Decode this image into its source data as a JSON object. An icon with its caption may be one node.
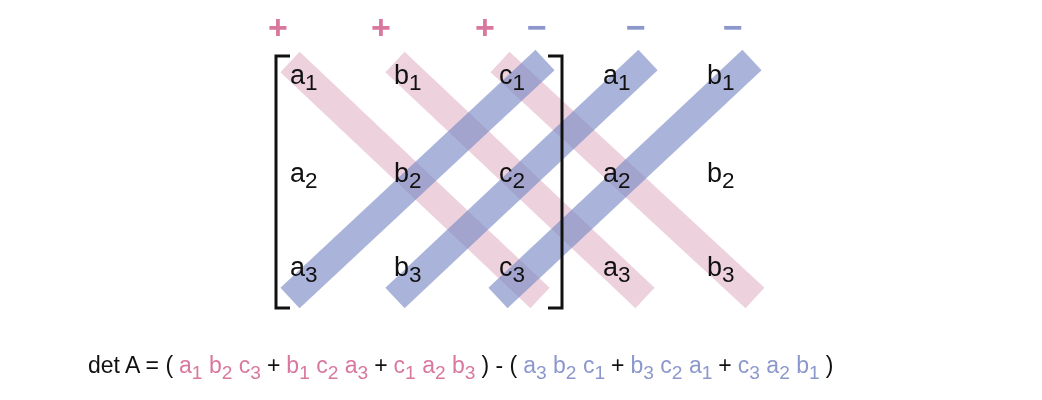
{
  "diagram": {
    "labels": [
      "+",
      "+",
      "+",
      "−",
      "−",
      "−",
      "a$_{1}$",
      "b$_{1}$",
      "c$_{1}$",
      "a$_{1}$",
      "b$_{1}$",
      "a$_{2}$",
      "b$_{2}$",
      "c$_{2}$",
      "a$_{2}$",
      "b$_{2}$",
      "a$_{3}$",
      "b$_{3}$",
      "c$_{3}$",
      "a$_{3}$",
      "b$_{3}$",
      "det A = (",
      "a$_{1}$ b$_{2}$ c$_{3}$",
      "+",
      "b$_{1}$ c$_{2}$ a$_{3}$",
      "+",
      "c$_{1}$ a$_{2}$ b$_{3}$",
      ") - (",
      "a$_{3}$ b$_{2}$ c$_{1}$",
      "+",
      "b$_{3}$ c$_{2}$ a$_{1}$",
      "+",
      "c$_{3}$ a$_{2}$ b$_{1}$",
      ")"
    ]
  }
}
